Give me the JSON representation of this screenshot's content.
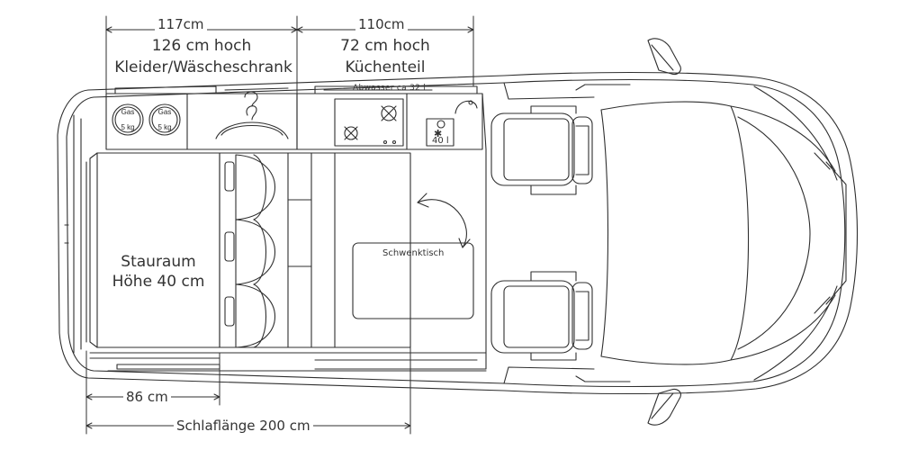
{
  "dimensions": {
    "wardrobe_width": "117cm",
    "wardrobe_height": "126 cm hoch",
    "wardrobe_name": "Kleider/Wäscheschrank",
    "kitchen_width": "110cm",
    "kitchen_height": "72 cm hoch",
    "kitchen_name": "Küchenteil",
    "storage_width": "86 cm",
    "sleep_length": "Schlaflänge 200 cm"
  },
  "labels": {
    "storage_title": "Stauraum",
    "storage_height": "Höhe 40 cm",
    "swivel_table": "Schwenktisch",
    "waste_water": "Abwasser ca 32 l",
    "gas_bottle_1": [
      "Gas",
      "5 kg"
    ],
    "gas_bottle_2": [
      "Gas",
      "5 kg"
    ],
    "fridge_volume": "40 l"
  },
  "colors": {
    "line": "#2f2f2f",
    "background": "#ffffff"
  },
  "icons": [
    "hanger-icon",
    "stove-burner-icon",
    "fridge-icon",
    "sink-faucet-icon",
    "gas-bottle-icon"
  ]
}
